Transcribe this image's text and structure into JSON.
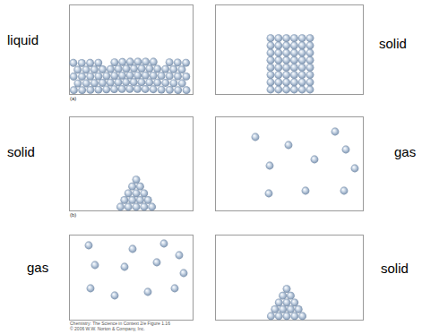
{
  "diagram": {
    "labels": [
      "liquid",
      "solid",
      "(a)",
      "solid",
      "gas",
      "(b)",
      "gas",
      "solid",
      "Chemistry: The Science in Context 2/e Figure 1.16",
      "© 2006 W.W. Norton & Company, Inc."
    ]
  }
}
